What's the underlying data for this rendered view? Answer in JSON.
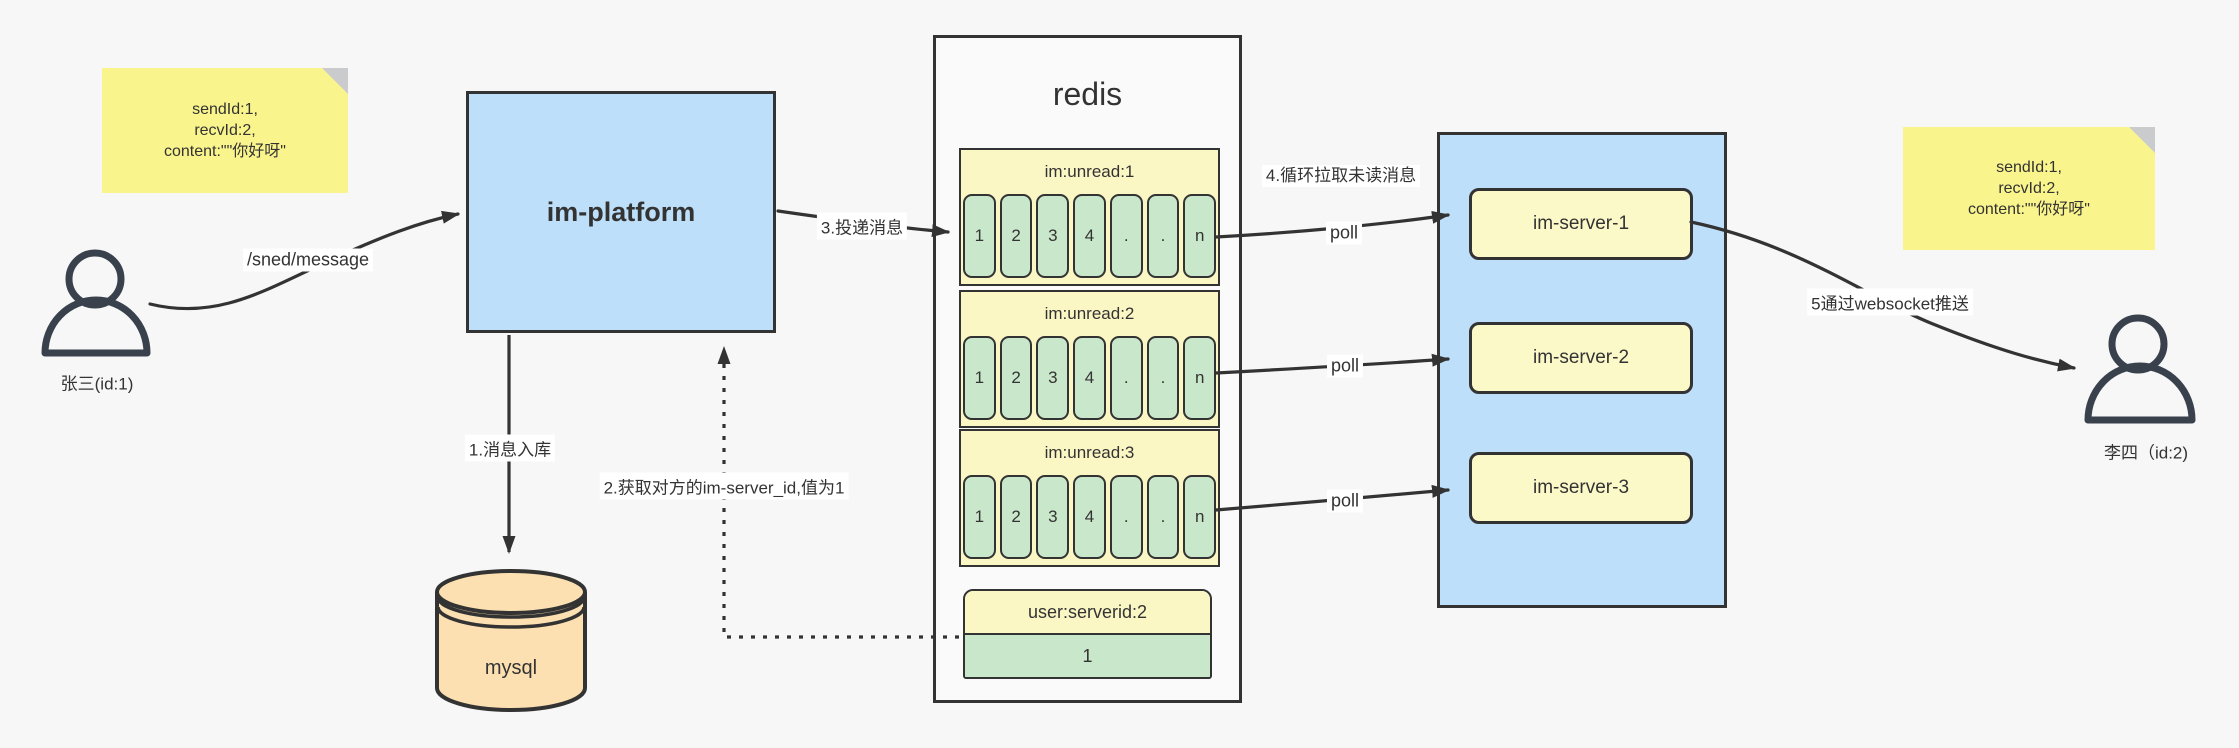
{
  "notes": {
    "left": {
      "lines": [
        "sendId:1,",
        "recvId:2,",
        "content:\"\"你好呀\""
      ]
    },
    "right": {
      "lines": [
        "sendId:1,",
        "recvId:2,",
        "content:\"\"你好呀\""
      ]
    }
  },
  "actors": {
    "sender": "张三(id:1)",
    "receiver": "李四（id:2)"
  },
  "platform": {
    "label": "im-platform"
  },
  "database": {
    "label": "mysql"
  },
  "redis": {
    "title": "redis",
    "queues": [
      {
        "header": "im:unread:1",
        "cells": [
          "1",
          "2",
          "3",
          "4",
          ".",
          ".",
          "n"
        ]
      },
      {
        "header": "im:unread:2",
        "cells": [
          "1",
          "2",
          "3",
          "4",
          ".",
          ".",
          "n"
        ]
      },
      {
        "header": "im:unread:3",
        "cells": [
          "1",
          "2",
          "3",
          "4",
          ".",
          ".",
          "n"
        ]
      }
    ],
    "kv": {
      "header": "user:serverid:2",
      "value": "1"
    }
  },
  "cluster": {
    "servers": [
      "im-server-1",
      "im-server-2",
      "im-server-3"
    ]
  },
  "edges": {
    "send_api": "/sned/message",
    "step1": "1.消息入库",
    "step2": "2.获取对方的im-server_id,值为1",
    "step3": "3.投递消息",
    "step4": "4.循环拉取未读消息",
    "step5": "5通过websocket推送",
    "poll": "poll"
  },
  "colors": {
    "note_yellow": "#faf48d",
    "box_yellow": "#fbf7c5",
    "cell_green": "#c9e7ca",
    "box_blue": "#bddff9",
    "db_orange": "#fce0b2",
    "line": "#333333"
  }
}
